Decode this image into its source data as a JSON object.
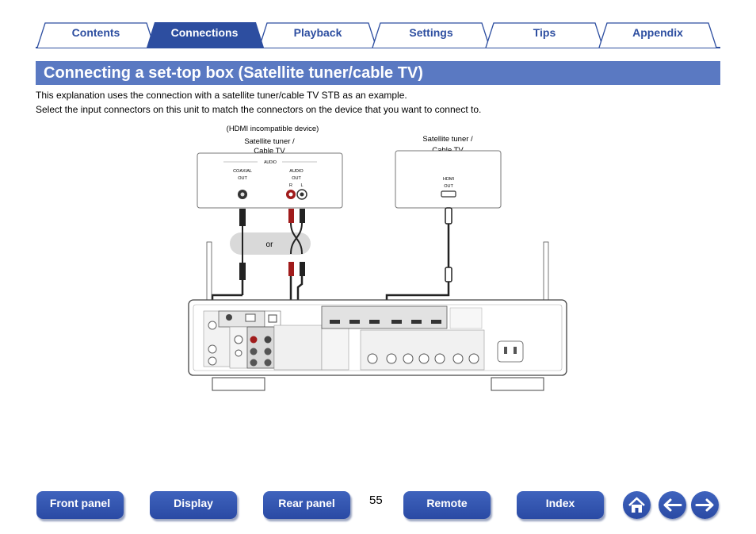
{
  "tabs": [
    {
      "label": "Contents"
    },
    {
      "label": "Connections"
    },
    {
      "label": "Playback"
    },
    {
      "label": "Settings"
    },
    {
      "label": "Tips"
    },
    {
      "label": "Appendix"
    }
  ],
  "page": {
    "title": "Connecting a set-top box (Satellite tuner/cable TV)",
    "intro_1": "This explanation uses the connection with a satellite tuner/cable TV STB as an example.",
    "intro_2": "Select the input connectors on this unit to match the connectors on the device that you want to connect to.",
    "page_number": "55"
  },
  "diagram": {
    "device_left": {
      "note": "(HDMI incompatible device)",
      "name_1": "Satellite tuner /",
      "name_2": "Cable TV",
      "audio_heading": "AUDIO",
      "coaxial_label_1": "COAXIAL",
      "coaxial_label_2": "OUT",
      "audio_out_1": "AUDIO",
      "audio_out_2": "OUT",
      "r_label": "R",
      "l_label": "L"
    },
    "device_right": {
      "name_1": "Satellite tuner /",
      "name_2": "Cable TV",
      "hdmi_1": "HDMI",
      "hdmi_2": "OUT"
    },
    "or_label": "or"
  },
  "bottom_nav": {
    "front_panel": "Front panel",
    "display": "Display",
    "rear_panel": "Rear panel",
    "remote": "Remote",
    "index": "Index"
  },
  "colors": {
    "accent": "#5a79c2",
    "tab_active": "#2d4ea0",
    "button": "#2a4aa4"
  }
}
